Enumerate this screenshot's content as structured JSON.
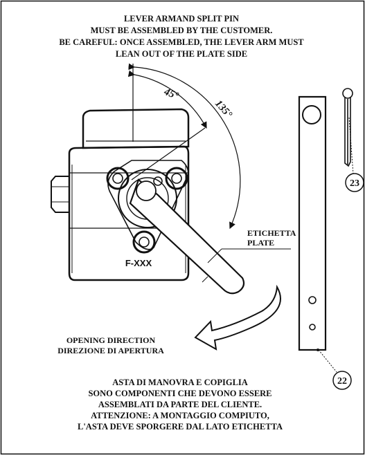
{
  "top_note": {
    "line1": "LEVER ARMAND SPLIT PIN",
    "line2": "MUST BE ASSEMBLED BY THE CUSTOMER.",
    "line3": "BE CAREFUL: ONCE ASSEMBLED, THE LEVER ARM MUST",
    "line4": "LEAN OUT OF THE PLATE SIDE"
  },
  "angles": {
    "a45": "45°",
    "a135": "135°"
  },
  "plate_label": {
    "line1": "ETICHETTA",
    "line2": "PLATE"
  },
  "body_marking": "F-XXX",
  "direction": {
    "line1": "OPENING DIRECTION",
    "line2": "DIREZIONE DI APERTURA"
  },
  "callouts": {
    "lever_arm": "22",
    "split_pin": "23"
  },
  "bottom_note": {
    "line1": "ASTA DI MANOVRA E COPIGLIA",
    "line2": "SONO COMPONENTI CHE DEVONO ESSERE",
    "line3": "ASSEMBLATI DA PARTE DEL CLIENTE.",
    "line4": "ATTENZIONE: A MONTAGGIO COMPIUTO,",
    "line5": "L'ASTA DEVE SPORGERE DAL LATO ETICHETTA"
  }
}
